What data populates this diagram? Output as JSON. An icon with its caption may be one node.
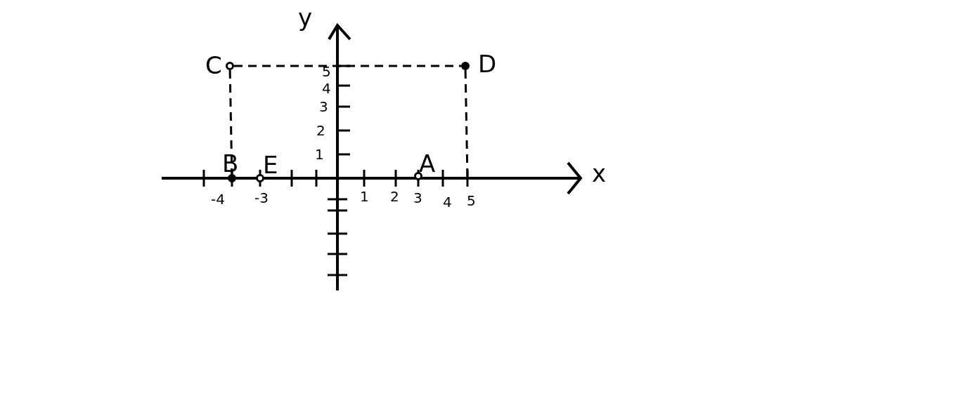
{
  "diagram": {
    "nodes": [
      {
        "text": [],
        "shape": "circle",
        "beside": [
          "C"
        ]
      },
      {
        "text": [],
        "shape": "circle",
        "beside": [
          "D"
        ]
      },
      {
        "text": [],
        "shape": "circle",
        "beside": [
          "B"
        ]
      },
      {
        "text": [],
        "shape": "circle",
        "beside": [
          "E"
        ]
      },
      {
        "text": [],
        "shape": "circle",
        "beside": [
          "A"
        ]
      }
    ],
    "edges": [
      {
        "from": 0,
        "to": 1,
        "arrow": "none",
        "style": "dashed"
      },
      {
        "from": 0,
        "to": 2,
        "arrow": "none",
        "style": "dashed"
      },
      {
        "from": 1,
        "to": null,
        "arrow": "none",
        "style": "dashed"
      }
    ],
    "labels": [
      "y",
      "x",
      "5",
      "4",
      "3",
      "2",
      "1",
      "-4",
      "-3",
      "1",
      "2",
      "3",
      "4",
      "5"
    ]
  }
}
